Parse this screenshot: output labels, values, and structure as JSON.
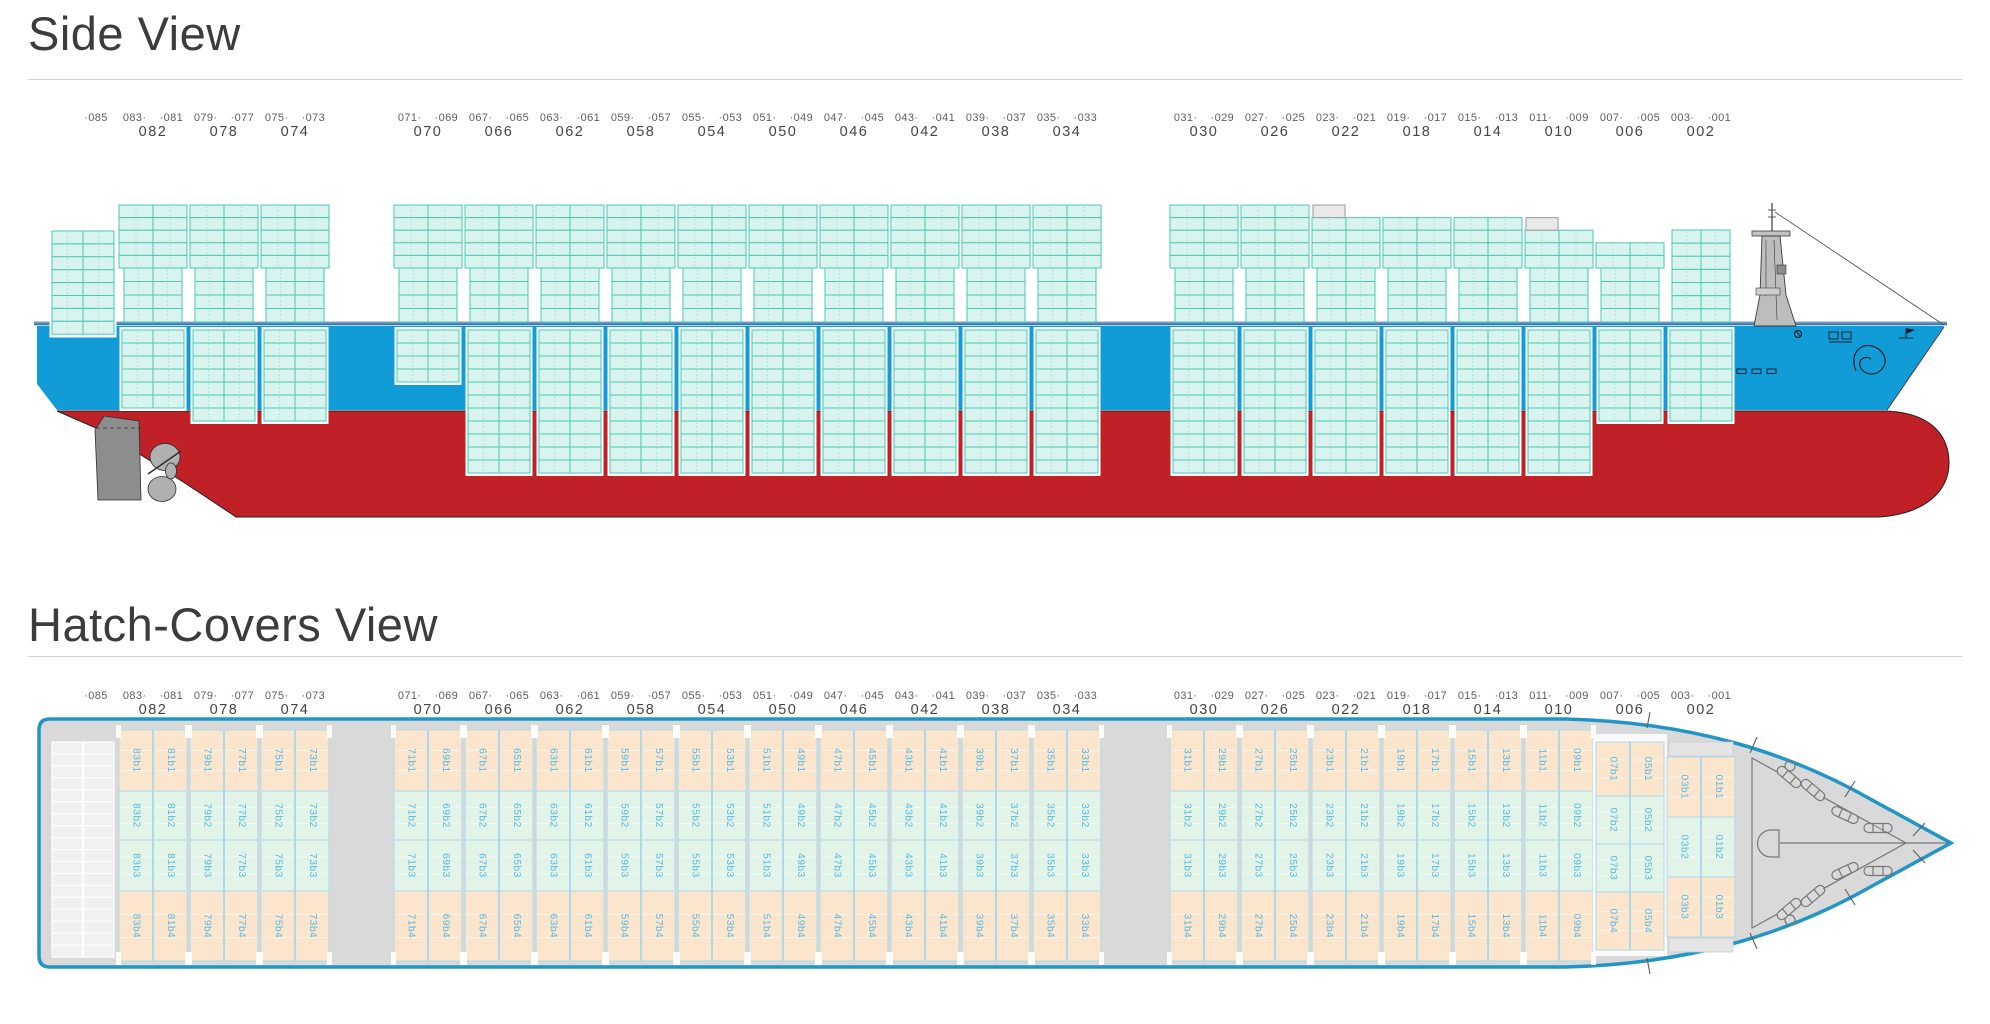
{
  "side_view": {
    "title": "Side View"
  },
  "hatch_view": {
    "title": "Hatch-Covers View"
  },
  "lone_bay_label": "·085",
  "colors": {
    "hull_blue": "#119bd7",
    "hull_red": "#bf2127",
    "deck_line": "#2a7fc6",
    "deck_line_top": "#8b9aa6",
    "container_fill": "#d9f4ee",
    "container_border": "#49c8b8",
    "hatch_peach": "#fbe6cd",
    "hatch_mint": "#e1f4e7",
    "hatch_cell_border": "#aed9ec",
    "hatch_label": "#54b9e6",
    "deck_grey": "#d9d9d9",
    "outline_teal": "#2196c4",
    "stern_grid_fill": "#f1f1f1",
    "slab_grey": "#e9e9e9",
    "machinery_stroke": "#787878",
    "grey_structure": "#bdbdbd"
  },
  "bays": [
    {
      "even": "082",
      "pair": [
        "083·",
        "·081"
      ],
      "side": {
        "wide_rows": 5,
        "narrow_rows": 4,
        "hold_rows": 6,
        "slab": false
      },
      "hatch_labels": [
        [
          "83b1",
          "81b1"
        ],
        [
          "83b2",
          "81b2"
        ],
        [
          "83b3",
          "81b3"
        ],
        [
          "83b4",
          "81b4"
        ]
      ]
    },
    {
      "even": "078",
      "pair": [
        "079·",
        "·077"
      ],
      "side": {
        "wide_rows": 5,
        "narrow_rows": 4,
        "hold_rows": 7,
        "slab": false
      },
      "hatch_labels": [
        [
          "79b1",
          "77b1"
        ],
        [
          "79b2",
          "77b2"
        ],
        [
          "79b3",
          "77b3"
        ],
        [
          "79b4",
          "77b4"
        ]
      ]
    },
    {
      "even": "074",
      "pair": [
        "075·",
        "·073"
      ],
      "side": {
        "wide_rows": 5,
        "narrow_rows": 4,
        "hold_rows": 7,
        "slab": false
      },
      "hatch_labels": [
        [
          "75b1",
          "73b1"
        ],
        [
          "75b2",
          "73b2"
        ],
        [
          "75b3",
          "73b3"
        ],
        [
          "75b4",
          "73b4"
        ]
      ]
    },
    {
      "even": "070",
      "pair": [
        "071·",
        "·069"
      ],
      "side": {
        "wide_rows": 5,
        "narrow_rows": 4,
        "hold_rows": 4,
        "slab": false
      },
      "hatch_labels": [
        [
          "71b1",
          "69b1"
        ],
        [
          "71b2",
          "69b2"
        ],
        [
          "71b3",
          "69b3"
        ],
        [
          "71b4",
          "69b4"
        ]
      ]
    },
    {
      "even": "066",
      "pair": [
        "067·",
        "·065"
      ],
      "side": {
        "wide_rows": 5,
        "narrow_rows": 4,
        "hold_rows": 11,
        "slab": false
      },
      "hatch_labels": [
        [
          "67b1",
          "65b1"
        ],
        [
          "67b2",
          "65b2"
        ],
        [
          "67b3",
          "65b3"
        ],
        [
          "67b4",
          "65b4"
        ]
      ]
    },
    {
      "even": "062",
      "pair": [
        "063·",
        "·061"
      ],
      "side": {
        "wide_rows": 5,
        "narrow_rows": 4,
        "hold_rows": 11,
        "slab": false
      },
      "hatch_labels": [
        [
          "63b1",
          "61b1"
        ],
        [
          "63b2",
          "61b2"
        ],
        [
          "63b3",
          "61b3"
        ],
        [
          "63b4",
          "61b4"
        ]
      ]
    },
    {
      "even": "058",
      "pair": [
        "059·",
        "·057"
      ],
      "side": {
        "wide_rows": 5,
        "narrow_rows": 4,
        "hold_rows": 11,
        "slab": false
      },
      "hatch_labels": [
        [
          "59b1",
          "57b1"
        ],
        [
          "59b2",
          "57b2"
        ],
        [
          "59b3",
          "57b3"
        ],
        [
          "59b4",
          "57b4"
        ]
      ]
    },
    {
      "even": "054",
      "pair": [
        "055·",
        "·053"
      ],
      "side": {
        "wide_rows": 5,
        "narrow_rows": 4,
        "hold_rows": 11,
        "slab": false
      },
      "hatch_labels": [
        [
          "55b1",
          "53b1"
        ],
        [
          "55b2",
          "53b2"
        ],
        [
          "55b3",
          "53b3"
        ],
        [
          "55b4",
          "53b4"
        ]
      ]
    },
    {
      "even": "050",
      "pair": [
        "051·",
        "·049"
      ],
      "side": {
        "wide_rows": 5,
        "narrow_rows": 4,
        "hold_rows": 11,
        "slab": false
      },
      "hatch_labels": [
        [
          "51b1",
          "49b1"
        ],
        [
          "51b2",
          "49b2"
        ],
        [
          "51b3",
          "49b3"
        ],
        [
          "51b4",
          "49b4"
        ]
      ]
    },
    {
      "even": "046",
      "pair": [
        "047·",
        "·045"
      ],
      "side": {
        "wide_rows": 5,
        "narrow_rows": 4,
        "hold_rows": 11,
        "slab": false
      },
      "hatch_labels": [
        [
          "47b1",
          "45b1"
        ],
        [
          "47b2",
          "45b2"
        ],
        [
          "47b3",
          "45b3"
        ],
        [
          "47b4",
          "45b4"
        ]
      ]
    },
    {
      "even": "042",
      "pair": [
        "043·",
        "·041"
      ],
      "side": {
        "wide_rows": 5,
        "narrow_rows": 4,
        "hold_rows": 11,
        "slab": false
      },
      "hatch_labels": [
        [
          "43b1",
          "41b1"
        ],
        [
          "43b2",
          "41b2"
        ],
        [
          "43b3",
          "41b3"
        ],
        [
          "43b4",
          "41b4"
        ]
      ]
    },
    {
      "even": "038",
      "pair": [
        "039·",
        "·037"
      ],
      "side": {
        "wide_rows": 5,
        "narrow_rows": 4,
        "hold_rows": 11,
        "slab": false
      },
      "hatch_labels": [
        [
          "39b1",
          "37b1"
        ],
        [
          "39b2",
          "37b2"
        ],
        [
          "39b3",
          "37b3"
        ],
        [
          "39b4",
          "37b4"
        ]
      ]
    },
    {
      "even": "034",
      "pair": [
        "035·",
        "·033"
      ],
      "side": {
        "wide_rows": 5,
        "narrow_rows": 4,
        "hold_rows": 11,
        "slab": false
      },
      "hatch_labels": [
        [
          "35b1",
          "33b1"
        ],
        [
          "35b2",
          "33b2"
        ],
        [
          "35b3",
          "33b3"
        ],
        [
          "35b4",
          "33b4"
        ]
      ]
    },
    {
      "even": "030",
      "pair": [
        "031·",
        "·029"
      ],
      "side": {
        "wide_rows": 5,
        "narrow_rows": 4,
        "hold_rows": 11,
        "slab": false
      },
      "hatch_labels": [
        [
          "31b1",
          "29b1"
        ],
        [
          "31b2",
          "29b2"
        ],
        [
          "31b3",
          "29b3"
        ],
        [
          "31b4",
          "29b4"
        ]
      ]
    },
    {
      "even": "026",
      "pair": [
        "027·",
        "·025"
      ],
      "side": {
        "wide_rows": 5,
        "narrow_rows": 4,
        "hold_rows": 11,
        "slab": false
      },
      "hatch_labels": [
        [
          "27b1",
          "25b1"
        ],
        [
          "27b2",
          "25b2"
        ],
        [
          "27b3",
          "25b3"
        ],
        [
          "27b4",
          "25b4"
        ]
      ]
    },
    {
      "even": "022",
      "pair": [
        "023·",
        "·021"
      ],
      "side": {
        "wide_rows": 4,
        "narrow_rows": 4,
        "hold_rows": 11,
        "slab": true
      },
      "hatch_labels": [
        [
          "23b1",
          "21b1"
        ],
        [
          "23b2",
          "21b2"
        ],
        [
          "23b3",
          "21b3"
        ],
        [
          "23b4",
          "21b4"
        ]
      ]
    },
    {
      "even": "018",
      "pair": [
        "019·",
        "·017"
      ],
      "side": {
        "wide_rows": 4,
        "narrow_rows": 4,
        "hold_rows": 11,
        "slab": false
      },
      "hatch_labels": [
        [
          "19b1",
          "17b1"
        ],
        [
          "19b2",
          "17b2"
        ],
        [
          "19b3",
          "17b3"
        ],
        [
          "19b4",
          "17b4"
        ]
      ]
    },
    {
      "even": "014",
      "pair": [
        "015·",
        "·013"
      ],
      "side": {
        "wide_rows": 4,
        "narrow_rows": 4,
        "hold_rows": 11,
        "slab": false
      },
      "hatch_labels": [
        [
          "15b1",
          "13b1"
        ],
        [
          "15b2",
          "13b2"
        ],
        [
          "15b3",
          "13b3"
        ],
        [
          "15b4",
          "13b4"
        ]
      ]
    },
    {
      "even": "010",
      "pair": [
        "011·",
        "·009"
      ],
      "side": {
        "wide_rows": 3,
        "narrow_rows": 4,
        "hold_rows": 11,
        "slab": true
      },
      "hatch_labels": [
        [
          "11b1",
          "09b1"
        ],
        [
          "11b2",
          "09b2"
        ],
        [
          "11b3",
          "09b3"
        ],
        [
          "11b4",
          "09b4"
        ]
      ]
    },
    {
      "even": "006",
      "pair": [
        "007·",
        "·005"
      ],
      "side": {
        "wide_rows": 2,
        "narrow_rows": 4,
        "hold_rows": 7,
        "slab": false
      },
      "hatch_panel": true,
      "hatch_labels": [
        [
          "07b1",
          "05b1"
        ],
        [
          "07b2",
          "05b2"
        ],
        [
          "07b3",
          "05b3"
        ],
        [
          "07b4",
          "05b4"
        ]
      ]
    },
    {
      "even": "002",
      "pair": [
        "003·",
        "·001"
      ],
      "side": {
        "style": "column",
        "rows": 7,
        "hold_rows": 7,
        "slab": false
      },
      "hatch_caps": true,
      "hatch_labels": [
        [
          "03b1",
          "01b1"
        ],
        [
          "03b2",
          "01b2"
        ],
        [
          "03b3",
          "01b3"
        ]
      ]
    }
  ]
}
